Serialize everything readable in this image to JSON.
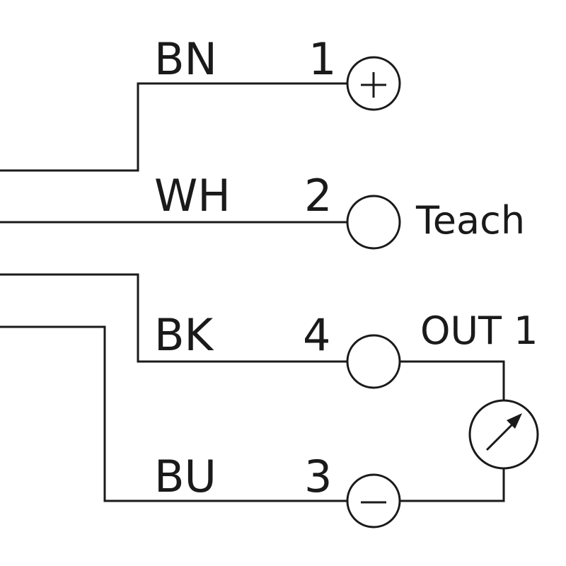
{
  "wires": [
    {
      "color_code": "BN",
      "pin": "1",
      "terminal_symbol": "plus"
    },
    {
      "color_code": "WH",
      "pin": "2",
      "function": "Teach"
    },
    {
      "color_code": "BK",
      "pin": "4",
      "function": "OUT 1"
    },
    {
      "color_code": "BU",
      "pin": "3",
      "terminal_symbol": "minus"
    }
  ],
  "load_symbol": "meter-arrow-icon",
  "colors": {
    "line": "#1a1a1a",
    "background": "#ffffff"
  }
}
